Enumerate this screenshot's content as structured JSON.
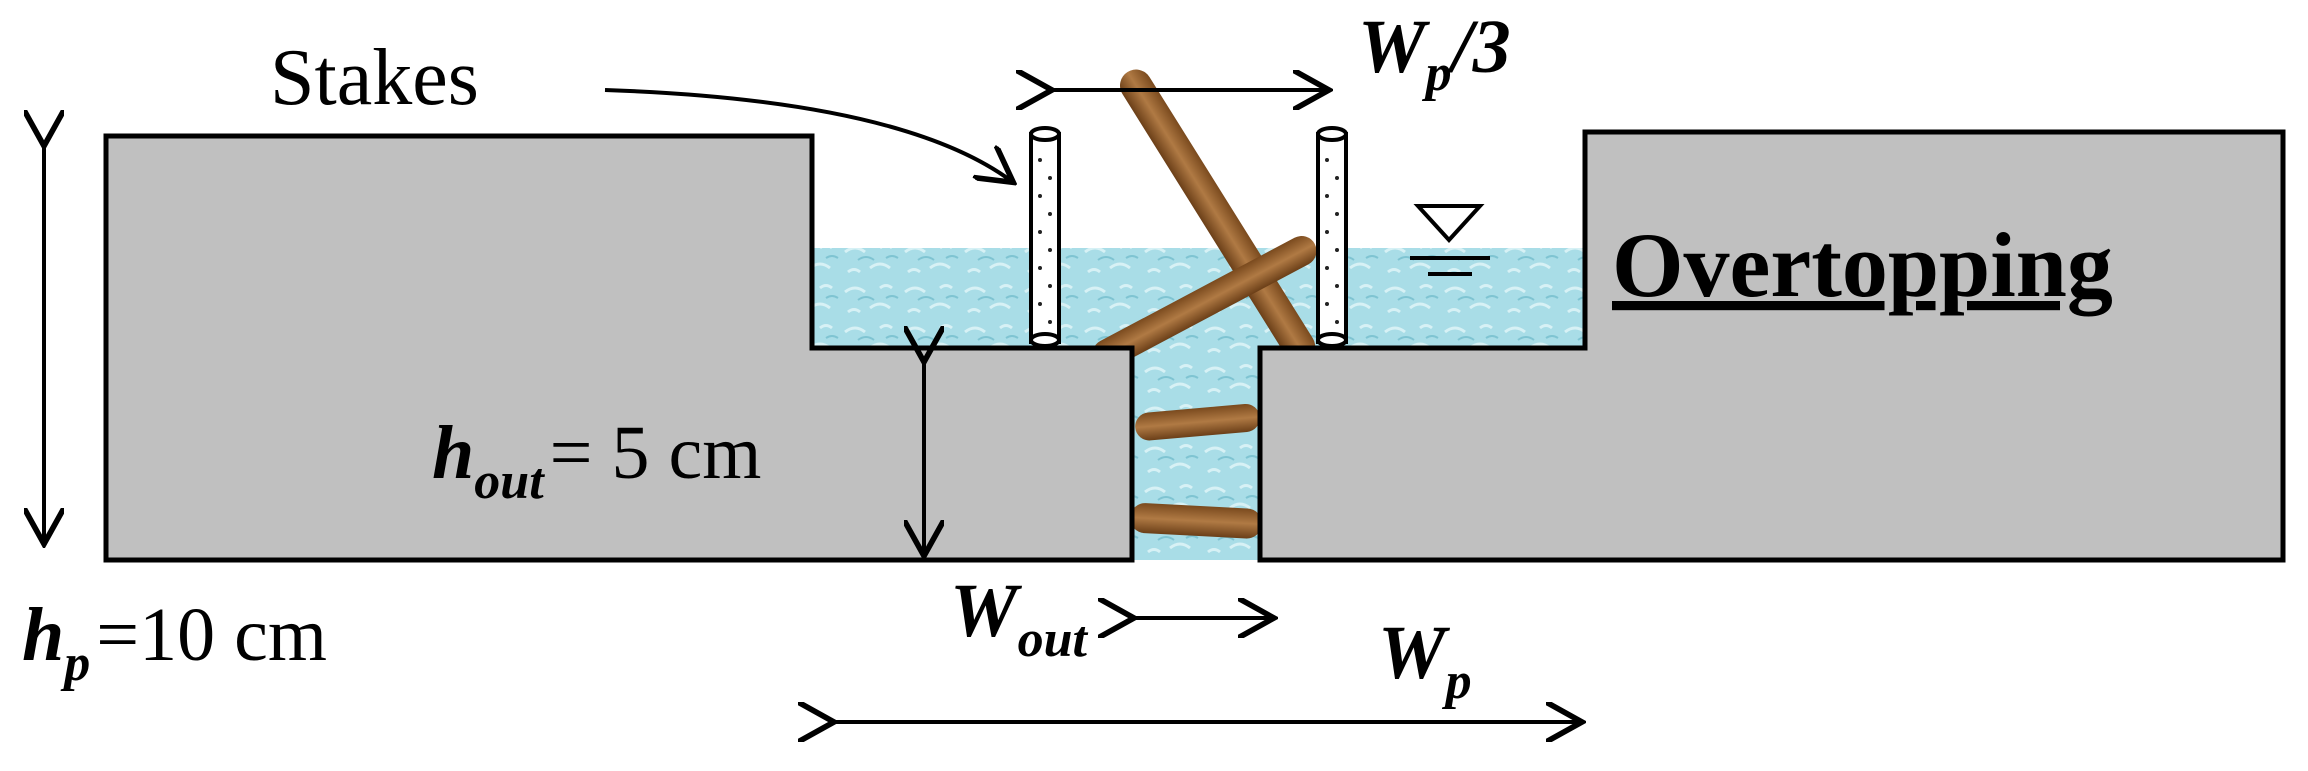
{
  "labels": {
    "stakes": "Stakes",
    "wp_third": {
      "symbol": "W",
      "sub": "p",
      "suffix": "/3"
    },
    "overtopping": "Overtopping",
    "h_out": {
      "symbol": "h",
      "sub": "out",
      "suffix": "= 5 cm"
    },
    "h_p": {
      "symbol": "h",
      "sub": "p",
      "suffix": "=10 cm"
    },
    "w_out": {
      "symbol": "W",
      "sub": "out"
    },
    "w_p": {
      "symbol": "W",
      "sub": "p"
    }
  },
  "colors": {
    "block": "#c0c0c0",
    "outline": "#000000",
    "water": "#a8dce6",
    "wood": "#8b5a2b",
    "stake": "#ffffff"
  },
  "icons": [
    "water-level-symbol",
    "double-arrow",
    "curved-pointer-arrow"
  ]
}
